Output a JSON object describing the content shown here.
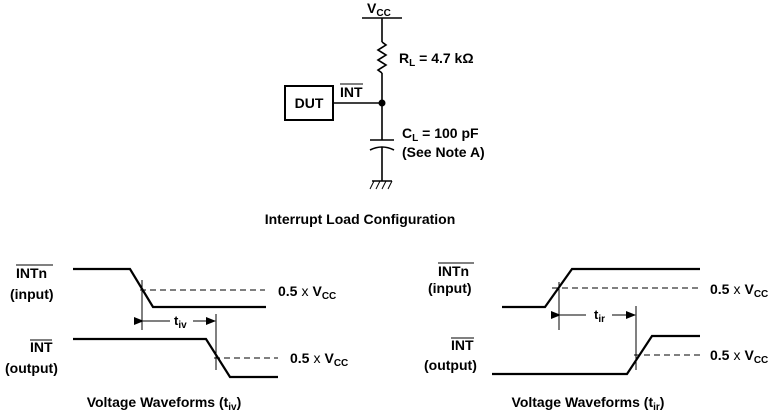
{
  "circuit": {
    "vcc_label": "V",
    "vcc_sub": "CC",
    "resistor_label": "R",
    "resistor_sub": "L",
    "resistor_value": " = 4.7 kΩ",
    "dut_label": "DUT",
    "int_label": "INT",
    "capacitor_label": "C",
    "capacitor_sub": "L",
    "capacitor_value": " = 100 pF",
    "note": "(See Note A)",
    "caption": "Interrupt Load Configuration"
  },
  "waveform_left": {
    "input_name": "INTn",
    "input_role": "(input)",
    "output_name": "INT",
    "output_role": "(output)",
    "threshold_prefix": "0.5",
    "threshold_x": "x",
    "threshold_v": "V",
    "threshold_sub": "CC",
    "timing_t": "t",
    "timing_sub": "iv",
    "caption_prefix": "Voltage Waveforms (t",
    "caption_sub": "iv",
    "caption_suffix": ")"
  },
  "waveform_right": {
    "input_name": "INTn",
    "input_role": "(input)",
    "output_name": "INT",
    "output_role": "(output)",
    "threshold_prefix": "0.5",
    "threshold_x": "x",
    "threshold_v": "V",
    "threshold_sub": "CC",
    "timing_t": "t",
    "timing_sub": "ir",
    "caption_prefix": "Voltage Waveforms (t",
    "caption_sub": "ir",
    "caption_suffix": ")"
  }
}
